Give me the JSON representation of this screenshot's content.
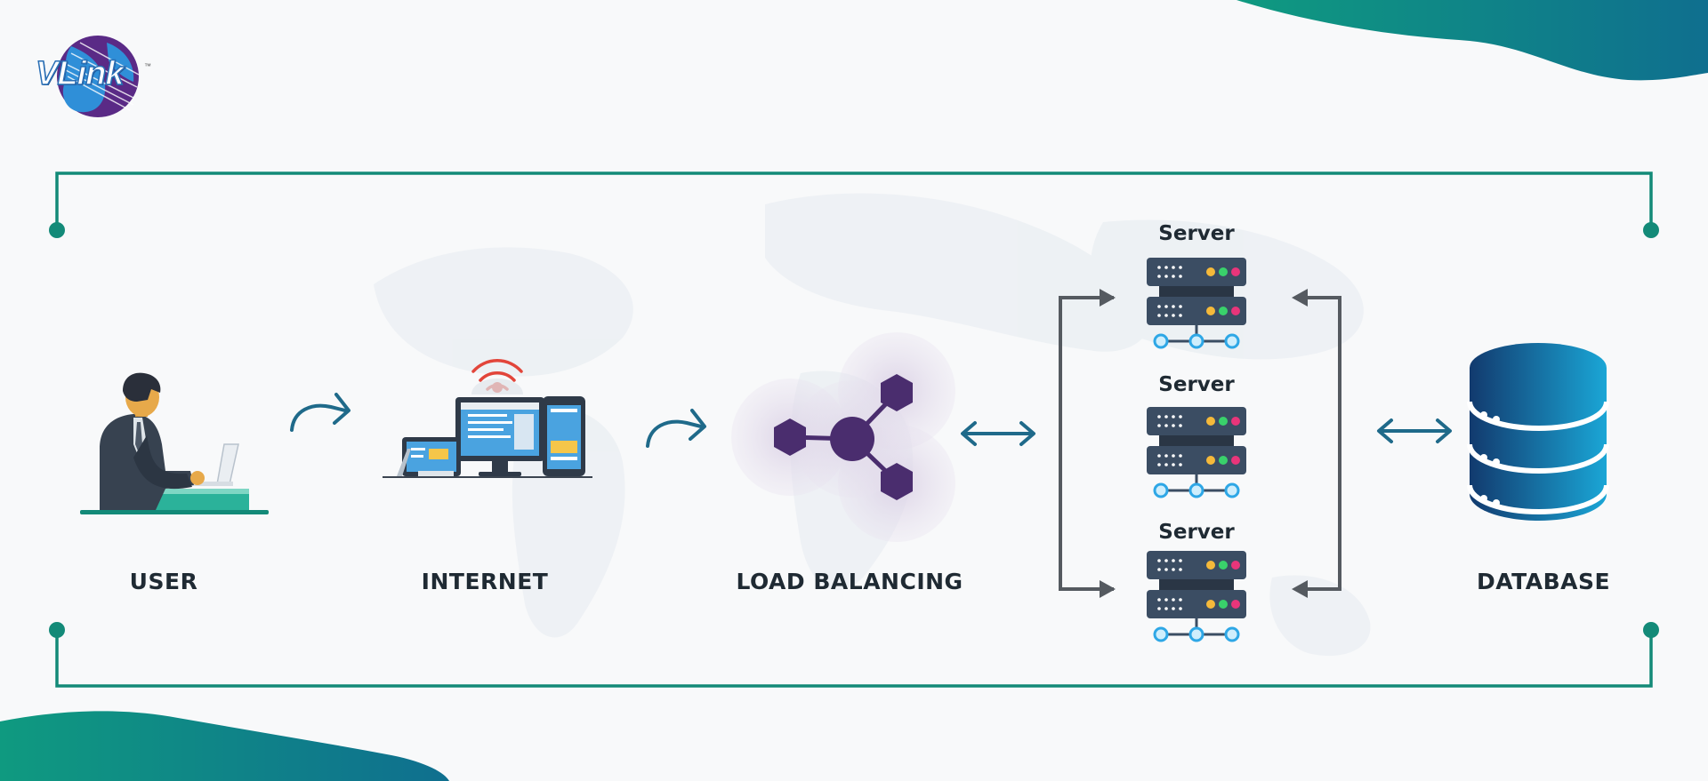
{
  "brand": {
    "logo_text": "VLink",
    "logo_tm": "™"
  },
  "nodes": {
    "user": "USER",
    "internet": "INTERNET",
    "load_balancing": "LOAD BALANCING",
    "database": "DATABASE"
  },
  "servers": [
    "Server",
    "Server",
    "Server"
  ],
  "colors": {
    "frame": "#138a78",
    "teal": "#0f8f7c",
    "purple": "#4a2d6e",
    "server_body": "#3b4d63",
    "arrow_blue": "#1f6a8a",
    "arrow_gray": "#555a60",
    "db_dark": "#123a6e",
    "db_light": "#1a9fd0",
    "link_blue": "#2ea7e6"
  },
  "icons": {
    "user": "person-at-laptop-icon",
    "internet": "devices-wifi-icon",
    "load_balancing": "hub-network-icon",
    "server": "server-rack-icon",
    "database": "database-cylinder-icon"
  }
}
